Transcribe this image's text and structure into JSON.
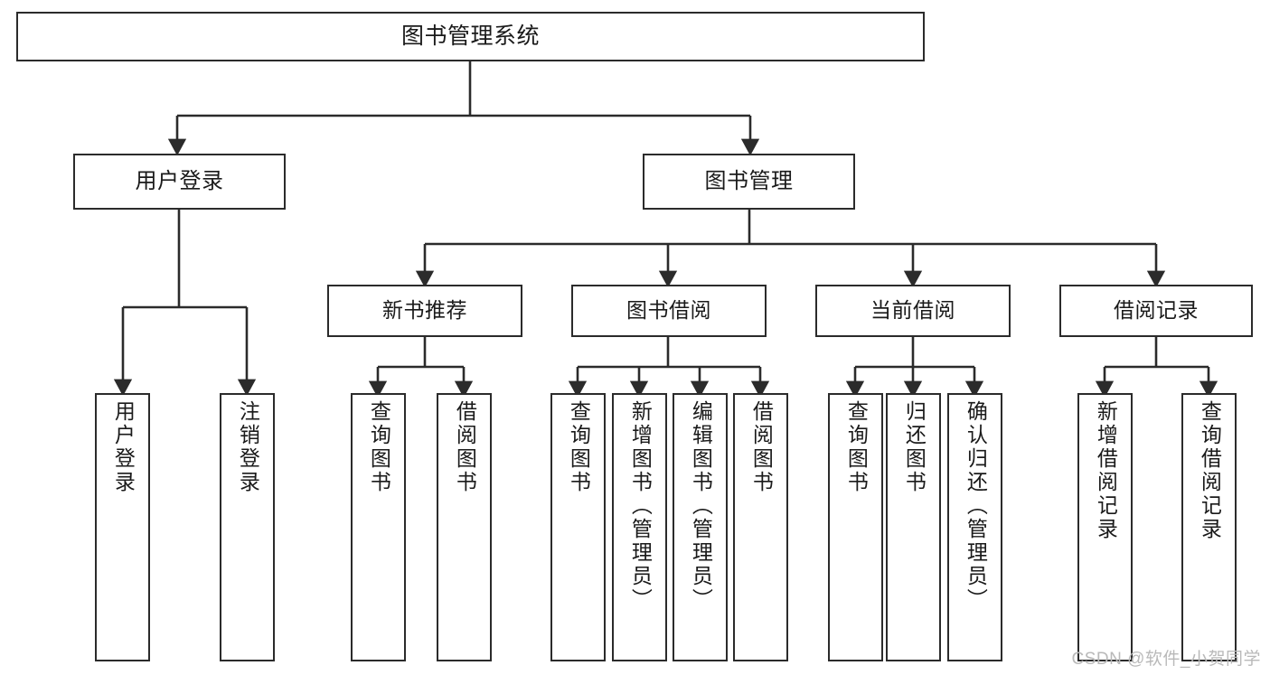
{
  "diagram": {
    "type": "tree",
    "title": "图书管理系统",
    "watermark": "CSDN @软件_小贺同学",
    "colors": {
      "box_border": "#2b2b2b",
      "box_fill": "#ffffff",
      "connector": "#2b2b2b",
      "text": "#1a1a1a",
      "watermark": "#b9b9b9",
      "background": "#ffffff"
    },
    "root": {
      "label": "图书管理系统"
    },
    "level1": [
      {
        "label": "用户登录"
      },
      {
        "label": "图书管理"
      }
    ],
    "level2": [
      {
        "label": "新书推荐"
      },
      {
        "label": "图书借阅"
      },
      {
        "label": "当前借阅"
      },
      {
        "label": "借阅记录"
      }
    ],
    "leaves": {
      "user_login": [
        {
          "label": "用户登录"
        },
        {
          "label": "注销登录"
        }
      ],
      "new_book": [
        {
          "label": "查询图书"
        },
        {
          "label": "借阅图书"
        }
      ],
      "book_borrow": [
        {
          "label": "查询图书"
        },
        {
          "label": "新增图书（管理员）"
        },
        {
          "label": "编辑图书（管理员）"
        },
        {
          "label": "借阅图书"
        }
      ],
      "current_borrow": [
        {
          "label": "查询图书"
        },
        {
          "label": "归还图书"
        },
        {
          "label": "确认归还（管理员）"
        }
      ],
      "borrow_record": [
        {
          "label": "新增借阅记录"
        },
        {
          "label": "查询借阅记录"
        }
      ]
    }
  }
}
